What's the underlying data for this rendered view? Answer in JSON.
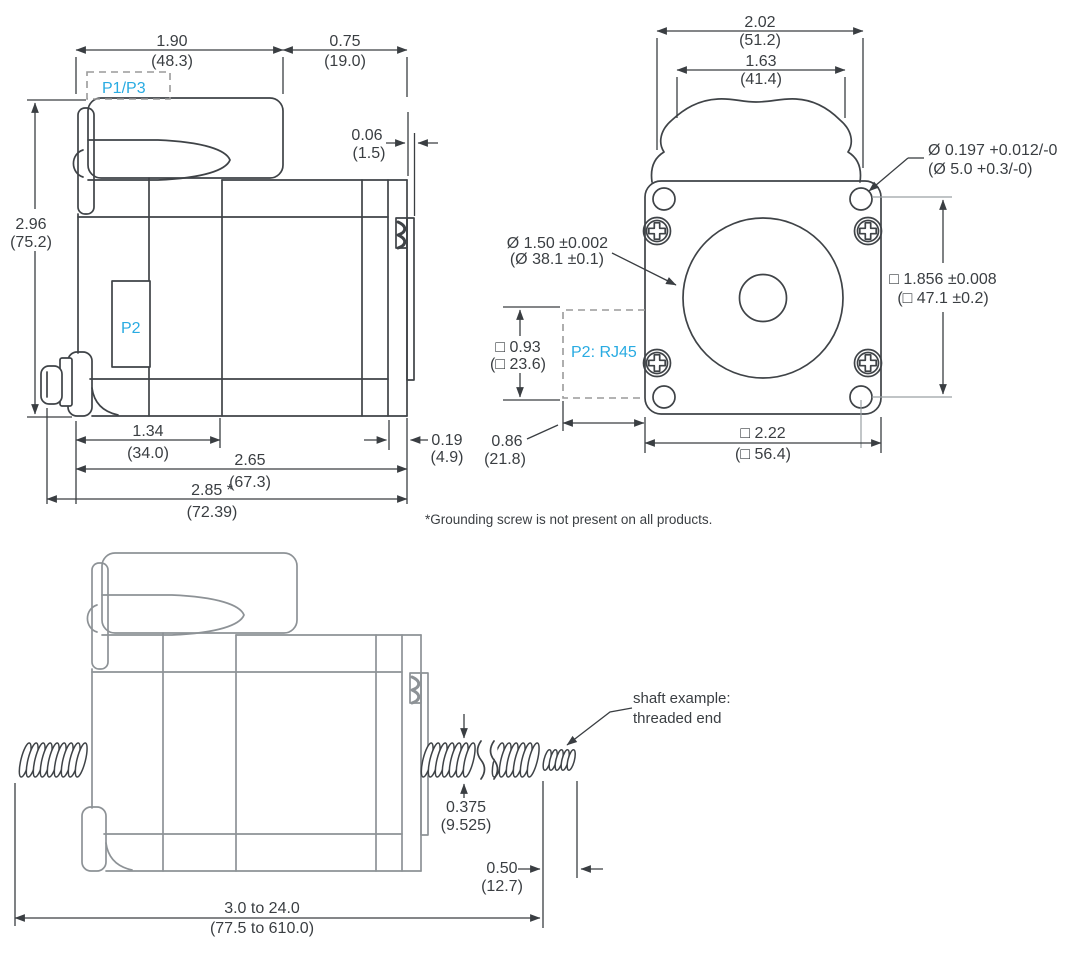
{
  "colors": {
    "line": "#3f4347",
    "gray_line": "#8d9296",
    "accent": "#29abe2",
    "text": "#3a3e42",
    "dashed": "#9a9a9a"
  },
  "side_view": {
    "labels": {
      "p1_p3": "P1/P3",
      "p2": "P2"
    },
    "dims": {
      "cap_length": {
        "in": "1.90",
        "mm": "(48.3)"
      },
      "front_length": {
        "in": "0.75",
        "mm": "(19.0)"
      },
      "boss_protrusion": {
        "in": "0.06",
        "mm": "(1.5)"
      },
      "overall_height": {
        "in": "2.96",
        "mm": "(75.2)"
      },
      "rear_section": {
        "in": "1.34",
        "mm": "(34.0)"
      },
      "body_length": {
        "in": "2.65",
        "mm": "(67.3)"
      },
      "overall_length": {
        "in": "2.85 *",
        "mm": "(72.39)"
      },
      "flange_thickness": {
        "in": "0.19",
        "mm": "(4.9)"
      }
    }
  },
  "front_view": {
    "labels": {
      "p2_rj45": "P2: RJ45"
    },
    "dims": {
      "cap_width": {
        "in": "2.02",
        "mm": "(51.2)"
      },
      "cap_inner_width": {
        "in": "1.63",
        "mm": "(41.4)"
      },
      "mount_hole": {
        "in": "Ø 0.197 +0.012/-0",
        "mm": "(Ø 5.0 +0.3/-0)"
      },
      "pilot": {
        "in": "Ø 1.50 ±0.002",
        "mm": "(Ø 38.1 ±0.1)"
      },
      "hole_pattern": {
        "in": "□ 1.856 ±0.008",
        "mm": "(□ 47.1 ±0.2)"
      },
      "connector_height": {
        "in": "□ 0.93",
        "mm": "(□ 23.6)"
      },
      "connector_offset": {
        "in": "0.86",
        "mm": "(21.8)"
      },
      "frame_size": {
        "in": "□ 2.22",
        "mm": "(□ 56.4)"
      }
    }
  },
  "shaft_view": {
    "callout": {
      "line1": "shaft example:",
      "line2": "threaded end"
    },
    "dims": {
      "shaft_diameter": {
        "in": "0.375",
        "mm": "(9.525)"
      },
      "thread_length": {
        "in": "0.50",
        "mm": "(12.7)"
      },
      "shaft_length_range": {
        "in": "3.0 to 24.0",
        "mm": "(77.5 to 610.0)"
      }
    }
  },
  "footnote": "*Grounding screw is not present on all products."
}
